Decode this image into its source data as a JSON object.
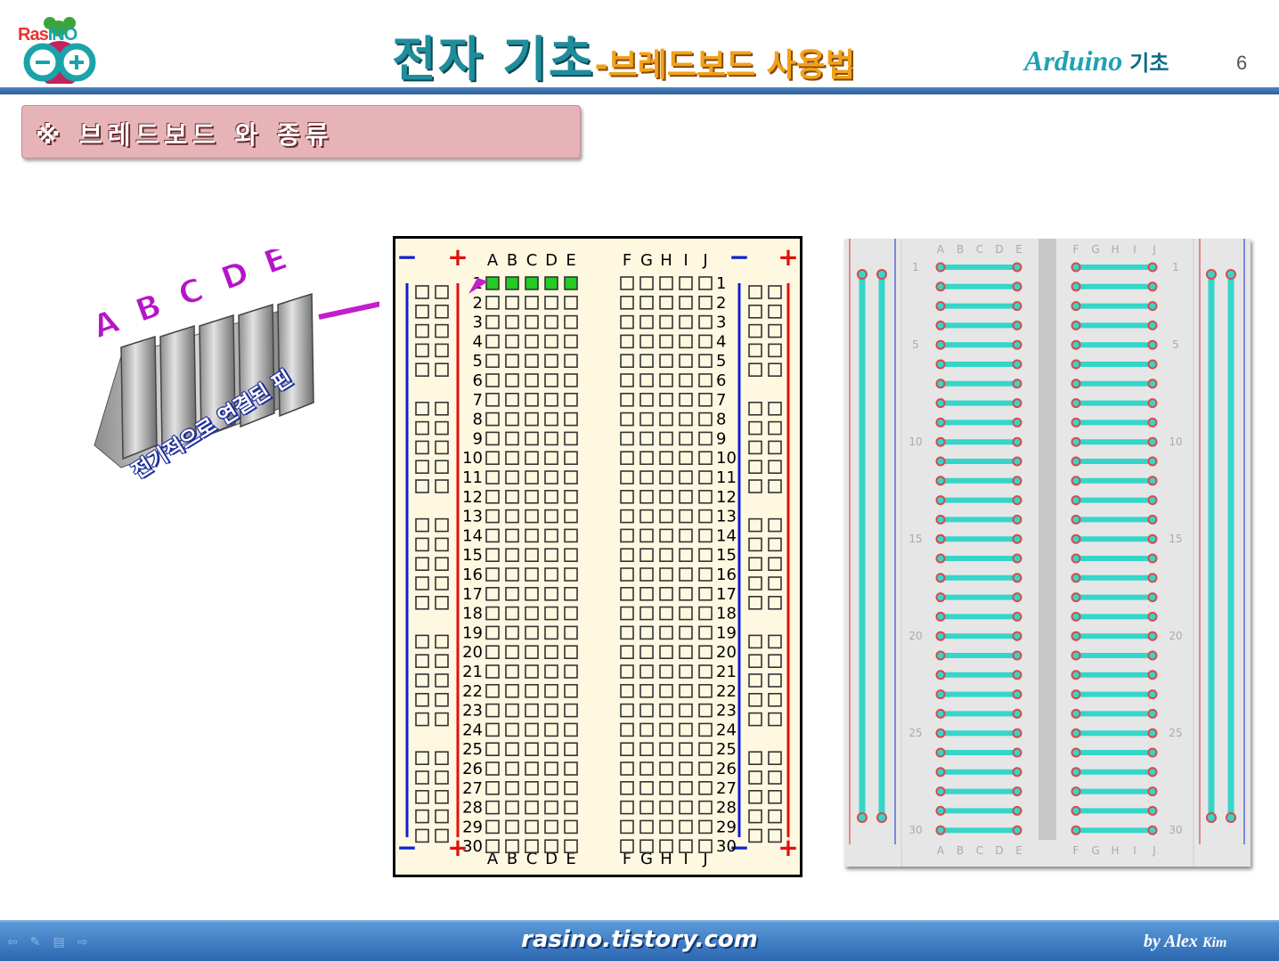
{
  "header": {
    "logo_text_a": "Ras",
    "logo_text_b": "INO",
    "title_main": "전자 기초",
    "title_sub": "-브레드보드 사용법",
    "course_en": "Arduino",
    "course_ko": "기초",
    "page_number": "6"
  },
  "section": {
    "title": "※ 브레드보드 와 종류"
  },
  "clip": {
    "letters": [
      "A",
      "B",
      "C",
      "D",
      "E"
    ],
    "caption": "전기적으로 연결된 핀"
  },
  "breadboard": {
    "left_columns": [
      "A",
      "B",
      "C",
      "D",
      "E"
    ],
    "right_columns": [
      "F",
      "G",
      "H",
      "I",
      "J"
    ],
    "rows": [
      "1",
      "2",
      "3",
      "4",
      "5",
      "6",
      "7",
      "8",
      "9",
      "10",
      "11",
      "12",
      "13",
      "14",
      "15",
      "16",
      "17",
      "18",
      "19",
      "20",
      "21",
      "22",
      "23",
      "24",
      "25",
      "26",
      "27",
      "28",
      "29",
      "30"
    ],
    "rail_minus": "−",
    "rail_plus": "+",
    "highlight_row": 1,
    "highlight_color": "#22cc22",
    "rail_blue": "#1020d0",
    "rail_red": "#e01010"
  },
  "photo_board": {
    "left_columns": [
      "A",
      "B",
      "C",
      "D",
      "E"
    ],
    "right_columns": [
      "F",
      "G",
      "H",
      "I",
      "J"
    ],
    "row_labels": [
      "1",
      "5",
      "10",
      "15",
      "20",
      "25",
      "30"
    ],
    "strip_color": "#35d6c9"
  },
  "footer": {
    "url": "rasino.tistory.com",
    "author_by": "by",
    "author_name": "Alex",
    "author_last": "Kim"
  }
}
